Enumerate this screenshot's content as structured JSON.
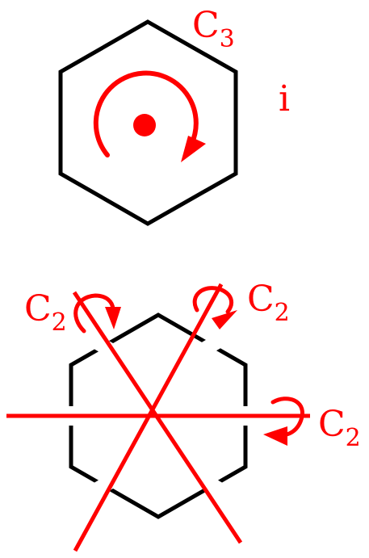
{
  "colors": {
    "outline": "#000000",
    "accent": "#ff0000"
  },
  "top_figure": {
    "c3_main": "C",
    "c3_sub": "3",
    "inversion_label": "i"
  },
  "bottom_figure": {
    "c2_left_main": "C",
    "c2_left_sub": "2",
    "c2_right_main": "C",
    "c2_right_sub": "2",
    "c2_horizontal_main": "C",
    "c2_horizontal_sub": "2"
  }
}
